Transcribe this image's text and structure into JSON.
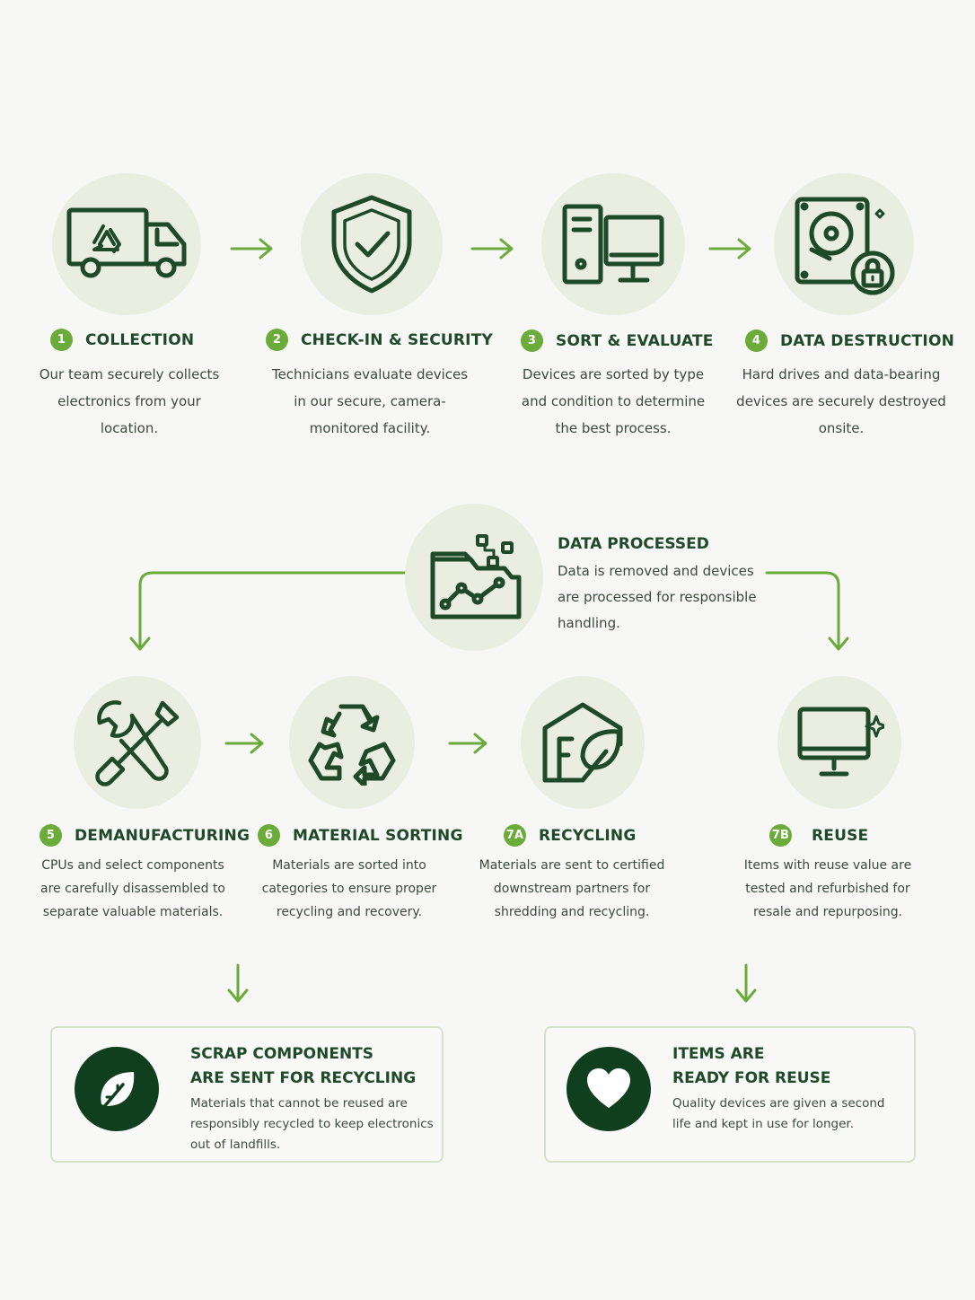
{
  "steps": {
    "s1": {
      "badge": "1",
      "title": "COLLECTION",
      "desc": "Our team securely collects electronics from your location.",
      "icon": "truck-recycle-icon"
    },
    "s2": {
      "badge": "2",
      "title": "CHECK-IN & SECURITY",
      "desc": "Technicians evaluate devices in our secure, camera-monitored facility.",
      "icon": "shield-check-icon"
    },
    "s3": {
      "badge": "3",
      "title": "SORT & EVALUATE",
      "desc": "Devices are sorted by type and condition to determine the best process.",
      "icon": "computer-tower-monitor-icon"
    },
    "s4": {
      "badge": "4",
      "title": "DATA DESTRUCTION",
      "desc": "Hard drives and data-bearing devices are securely destroyed onsite.",
      "icon": "hard-drive-lock-icon"
    },
    "processed": {
      "title": "DATA PROCESSED",
      "desc": "Data is removed and devices are processed for responsible handling.",
      "icon": "folder-chart-icon"
    },
    "s5": {
      "badge": "5",
      "title": "DEMANUFACTURING",
      "desc": "CPUs and select components are carefully disassembled to separate valuable materials.",
      "icon": "wrench-screwdriver-icon"
    },
    "s6": {
      "badge": "6",
      "title": "MATERIAL SORTING",
      "desc": "Materials are sorted into categories to ensure proper recycling and recovery.",
      "icon": "recycle-icon"
    },
    "s7a": {
      "badge": "7A",
      "title": "RECYCLING",
      "desc": "Materials are sent to certified downstream partners for shredding and recycling.",
      "icon": "building-leaf-icon"
    },
    "s7b": {
      "badge": "7B",
      "title": "REUSE",
      "desc": "Items with reuse value are tested and refurbished for resale and repurposing.",
      "icon": "monitor-sparkle-icon"
    }
  },
  "outcomes": {
    "scrap": {
      "title_line1": "SCRAP COMPONENTS",
      "title_line2": "ARE SENT FOR RECYCLING",
      "desc": "Materials that cannot be reused are responsibly recycled to keep electronics out of landfills.",
      "icon": "leaf-icon"
    },
    "reuse": {
      "title_line1": "ITEMS ARE",
      "title_line2": "READY FOR REUSE",
      "desc": "Quality devices are given a second life and kept in use for longer.",
      "icon": "heart-icon"
    }
  },
  "colors": {
    "accent": "#6aab3a",
    "dark": "#1f4a29",
    "circle": "#e9eee0",
    "outcome_icon": "#0f3f1e"
  }
}
